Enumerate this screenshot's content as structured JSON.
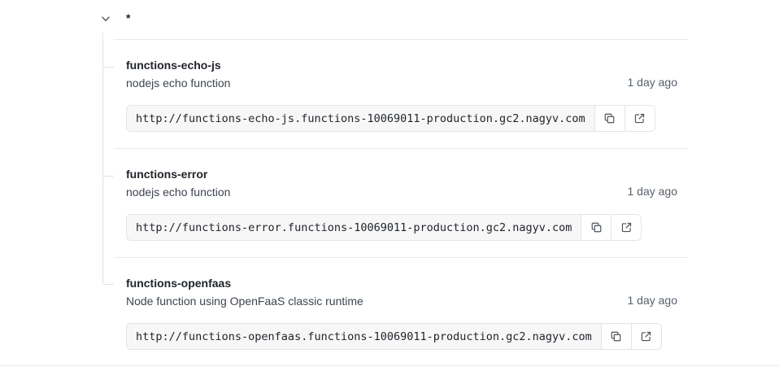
{
  "group": {
    "title": "*",
    "chevron_icon": "chevron-down-icon",
    "expanded": true
  },
  "colors": {
    "text_primary": "#1f2328",
    "text_secondary": "#57606a",
    "border": "#e8eaed",
    "tree_line": "#e0e2e5",
    "input_bg": "#f7f7f8",
    "button_bg": "#ffffff",
    "icon": "#4a5259"
  },
  "icons": {
    "copy": "copy-icon",
    "external_link": "external-link-icon",
    "chevron_down": "chevron-down-icon"
  },
  "actions": {
    "copy_label": "Copy URL",
    "open_label": "Open in new tab"
  },
  "items": [
    {
      "name": "functions-echo-js",
      "description": "nodejs echo function",
      "time": "1 day ago",
      "url": "http://functions-echo-js.functions-10069011-production.gc2.nagyv.com",
      "tree": "branch"
    },
    {
      "name": "functions-error",
      "description": "nodejs echo function",
      "time": "1 day ago",
      "url": "http://functions-error.functions-10069011-production.gc2.nagyv.com",
      "tree": "branch"
    },
    {
      "name": "functions-openfaas",
      "description": "Node function using OpenFaaS classic runtime",
      "time": "1 day ago",
      "url": "http://functions-openfaas.functions-10069011-production.gc2.nagyv.com",
      "tree": "last"
    }
  ]
}
